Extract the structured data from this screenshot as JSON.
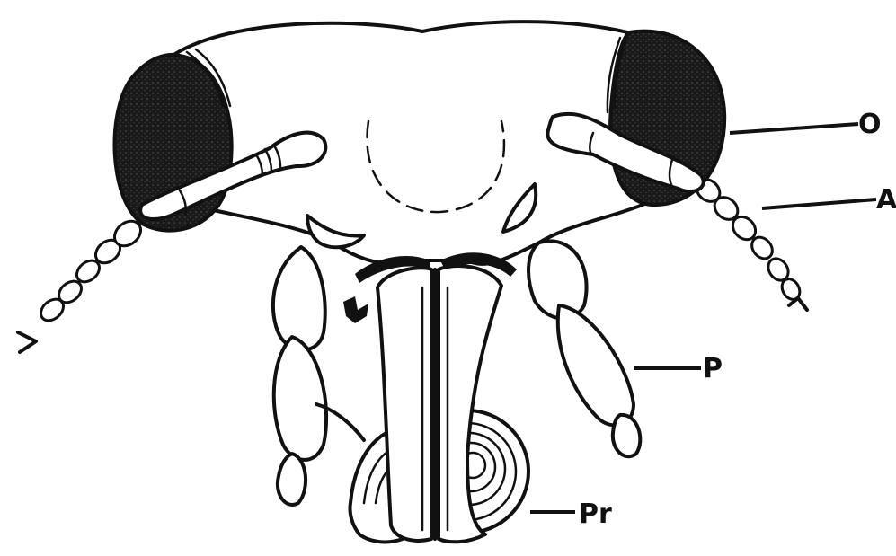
{
  "labels": {
    "eye": "O",
    "antenna": "A",
    "palp": "P",
    "proboscis": "Pr"
  },
  "colors": {
    "ink": "#111111",
    "eye_fill": "#1a1a1a",
    "paper": "#ffffff"
  }
}
